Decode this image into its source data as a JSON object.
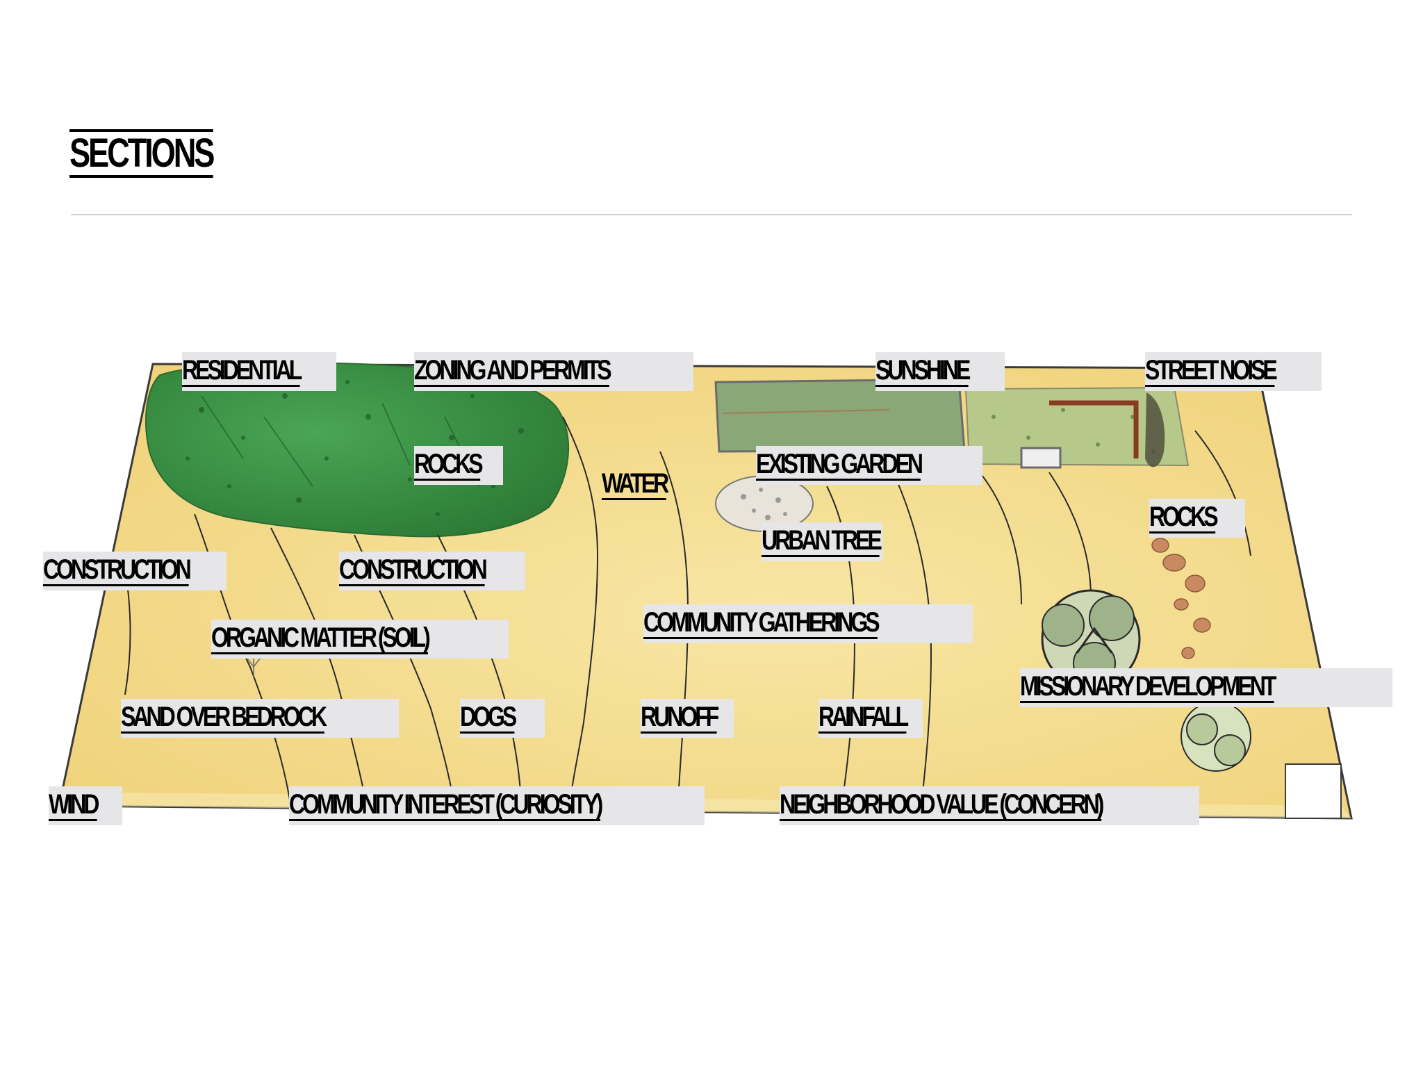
{
  "slide": {
    "title": "SECTIONS"
  },
  "labels": {
    "residential": "RESIDENTIAL",
    "zoning": "ZONING AND PERMITS",
    "sunshine": "SUNSHINE",
    "street_noise": "STREET NOISE",
    "rocks_top": "ROCKS",
    "water": "WATER",
    "existing_garden": "EXISTING GARDEN",
    "rocks_right": "ROCKS",
    "urban_tree": "URBAN TREE",
    "construction_left": "CONSTRUCTION",
    "construction_mid": "CONSTRUCTION",
    "community_gatherings": "COMMUNITY GATHERINGS",
    "organic_matter": "ORGANIC MATTER (SOIL)",
    "missionary_development": "MISSIONARY DEVELOPMENT",
    "sand_over_bedrock": "SAND OVER BEDROCK",
    "dogs": "DOGS",
    "runoff": "RUNOFF",
    "rainfall": "RAINFALL",
    "wind": "WIND",
    "community_interest": "COMMUNITY INTEREST (CURIOSITY)",
    "neighborhood_concern": "NEIGHBORHOOD VALUE (CONCERN)"
  },
  "colors": {
    "ground": "#f3da86",
    "ground_light": "#f7e6a4",
    "grass": "#3f9a4a",
    "grass_dark": "#2f7a38",
    "garden": "#7ea56a",
    "outline": "#3a3a3a",
    "label_bg": "#e6e6e8"
  }
}
